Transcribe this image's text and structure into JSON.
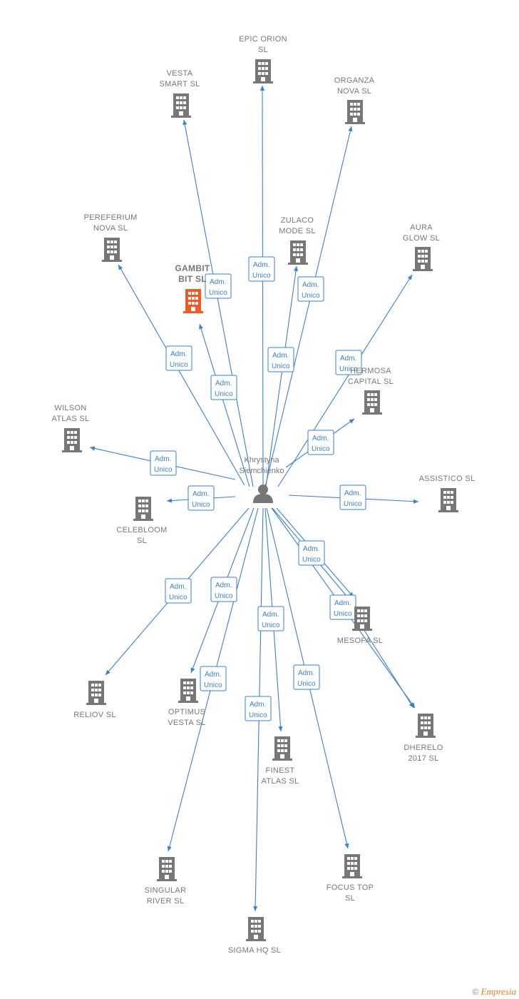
{
  "colors": {
    "edge": "#3a7fd5",
    "building": "#777777",
    "highlight": "#f05a28"
  },
  "center": {
    "name_lines": [
      "Khrystyna",
      "Siemchienko"
    ],
    "icon": "person-icon"
  },
  "relation_label_lines": [
    "Adm.",
    "Unico"
  ],
  "companies": [
    {
      "id": "epic-orion",
      "name_lines": [
        "EPIC ORION",
        "SL"
      ],
      "icon": "building-icon",
      "highlight": false
    },
    {
      "id": "vesta-smart",
      "name_lines": [
        "VESTA",
        "SMART  SL"
      ],
      "icon": "building-icon",
      "highlight": false
    },
    {
      "id": "organza-nova",
      "name_lines": [
        "ORGANZA",
        "NOVA  SL"
      ],
      "icon": "building-icon",
      "highlight": false
    },
    {
      "id": "pereferium-nova",
      "name_lines": [
        "PEREFERIUM",
        "NOVA  SL"
      ],
      "icon": "building-icon",
      "highlight": false
    },
    {
      "id": "zulaco-mode",
      "name_lines": [
        "ZULACO",
        "MODE  SL"
      ],
      "icon": "building-icon",
      "highlight": false
    },
    {
      "id": "aura-glow",
      "name_lines": [
        "AURA",
        "GLOW  SL"
      ],
      "icon": "building-icon",
      "highlight": false
    },
    {
      "id": "gambit-bit",
      "name_lines": [
        "GAMBIT",
        "BIT  SL"
      ],
      "icon": "building-icon",
      "highlight": true
    },
    {
      "id": "hermosa-capital",
      "name_lines": [
        "HERMOSA",
        "CAPITAL  SL"
      ],
      "icon": "building-icon",
      "highlight": false
    },
    {
      "id": "wilson-atlas",
      "name_lines": [
        "WILSON",
        "ATLAS  SL"
      ],
      "icon": "building-icon",
      "highlight": false
    },
    {
      "id": "assistico",
      "name_lines": [
        "ASSISTICO  SL"
      ],
      "icon": "building-icon",
      "highlight": false
    },
    {
      "id": "celebloom",
      "name_lines": [
        "CELEBLOOM",
        "SL"
      ],
      "icon": "building-icon",
      "highlight": false
    },
    {
      "id": "mesofa",
      "name_lines": [
        "MESOFA  SL"
      ],
      "icon": "building-icon",
      "highlight": false
    },
    {
      "id": "reliov",
      "name_lines": [
        "RELIOV  SL"
      ],
      "icon": "building-icon",
      "highlight": false
    },
    {
      "id": "optimus-vesta",
      "name_lines": [
        "OPTIMUS",
        "VESTA  SL"
      ],
      "icon": "building-icon",
      "highlight": false
    },
    {
      "id": "dherelo-2017",
      "name_lines": [
        "DHERELO",
        "2017  SL"
      ],
      "icon": "building-icon",
      "highlight": false
    },
    {
      "id": "finest-atlas",
      "name_lines": [
        "FINEST",
        "ATLAS  SL"
      ],
      "icon": "building-icon",
      "highlight": false
    },
    {
      "id": "singular-river",
      "name_lines": [
        "SINGULAR",
        "RIVER  SL"
      ],
      "icon": "building-icon",
      "highlight": false
    },
    {
      "id": "focus-top",
      "name_lines": [
        "FOCUS TOP",
        "SL"
      ],
      "icon": "building-icon",
      "highlight": false
    },
    {
      "id": "sigma-hq",
      "name_lines": [
        "SIGMA HQ  SL"
      ],
      "icon": "building-icon",
      "highlight": false
    }
  ],
  "footer": {
    "copyright": "©",
    "brand": "Empresia"
  }
}
